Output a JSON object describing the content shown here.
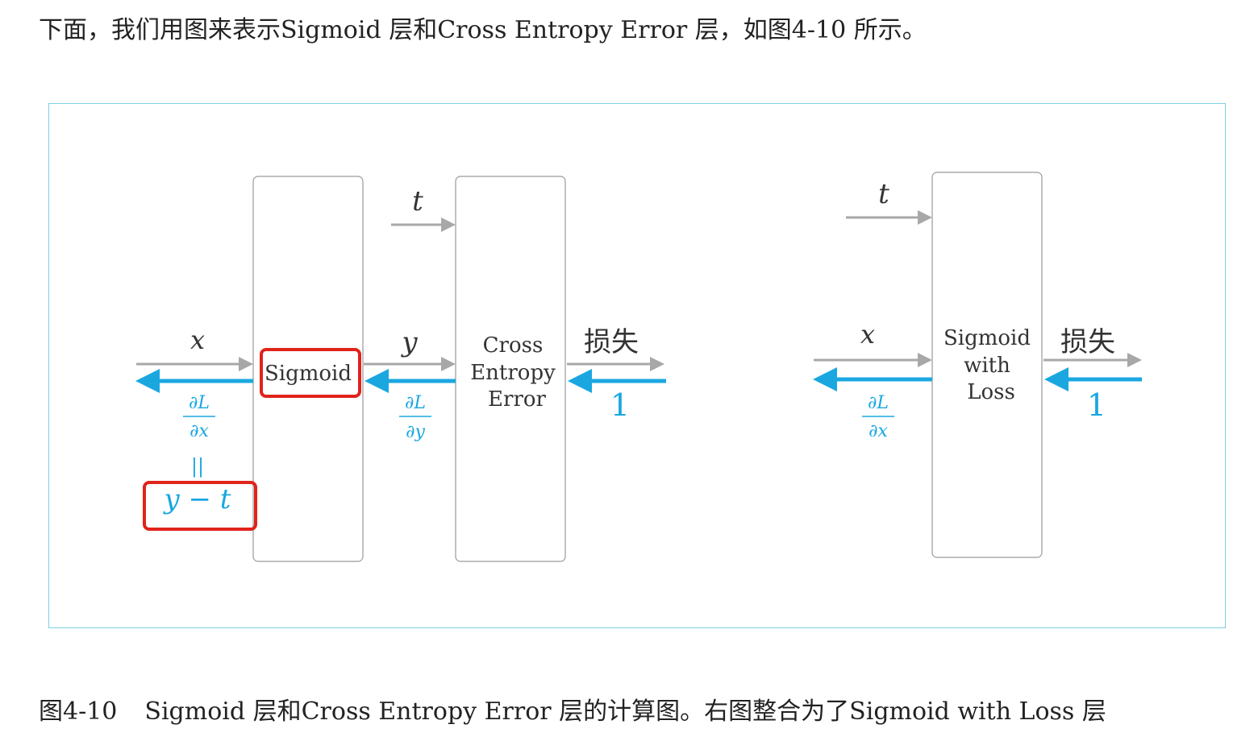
{
  "intro_text": "下面，我们用图来表示Sigmoid 层和Cross Entropy Error 层，如图4-10 所示。",
  "caption": {
    "number": "图4-10",
    "text": "Sigmoid 层和Cross Entropy Error 层的计算图。右图整合为了Sigmoid with Loss 层"
  },
  "left_graph": {
    "sigmoid_label": "Sigmoid",
    "cee_label": [
      "Cross",
      "Entropy",
      "Error"
    ],
    "input_x": "x",
    "mid_y": "y",
    "label_t": "t",
    "loss": "损失",
    "one": "1",
    "grad_x": {
      "num": "∂L",
      "den": "∂x"
    },
    "grad_y": {
      "num": "∂L",
      "den": "∂y"
    },
    "equals": "||",
    "result": "y − t"
  },
  "right_graph": {
    "layer_label": [
      "Sigmoid",
      "with",
      "Loss"
    ],
    "input_x": "x",
    "label_t": "t",
    "loss": "损失",
    "one": "1",
    "grad_x": {
      "num": "∂L",
      "den": "∂x"
    }
  },
  "colors": {
    "forward_arrow": "#a8a8a8",
    "backward_arrow": "#1aa7e0",
    "highlight": "#e0231b",
    "frame": "#7fd0e2"
  }
}
